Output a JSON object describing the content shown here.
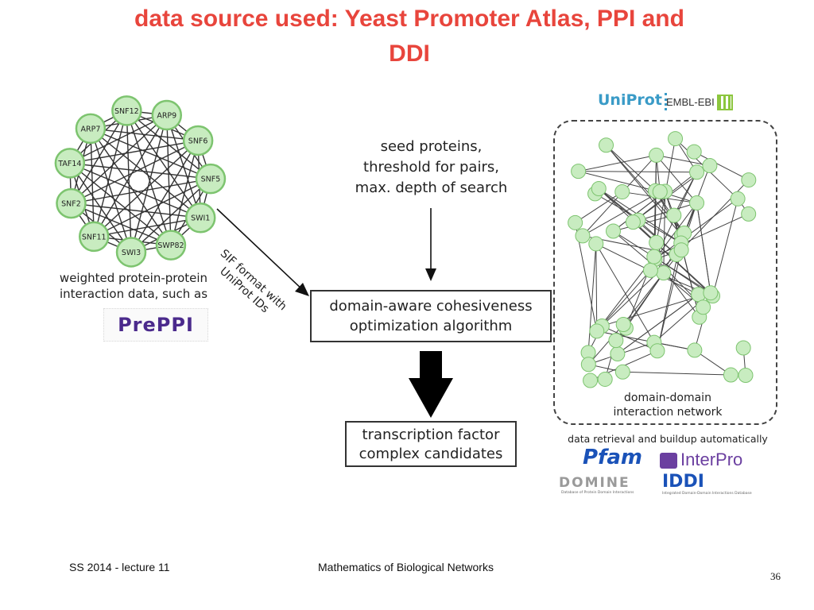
{
  "slide": {
    "title_line1": "data source used: Yeast Promoter Atlas, PPI and",
    "title_line2": "DDI"
  },
  "ppi_network": {
    "nodes": [
      "SNF12",
      "ARP9",
      "SNF6",
      "SNF5",
      "SWI1",
      "SWP82",
      "SWI3",
      "SNF11",
      "SNF2",
      "TAF14",
      "ARP7"
    ],
    "caption_line1": "weighted protein-protein",
    "caption_line2": "interaction data, such as",
    "source_logo": "PrePPI"
  },
  "arrow_label": {
    "line1": "SIF format with",
    "line2": "UniProt IDs"
  },
  "parameters": {
    "line1": "seed proteins,",
    "line2": "threshold for pairs,",
    "line3": "max. depth of search"
  },
  "algorithm_box": {
    "line1": "domain-aware cohesiveness",
    "line2": "optimization algorithm"
  },
  "result_box": {
    "line1": "transcription factor",
    "line2": "complex candidates"
  },
  "ddi_network": {
    "logo_uniprot": "UniProt",
    "logo_embl": "EMBL-EBI",
    "caption_line1": "domain-domain",
    "caption_line2": "interaction network",
    "retrieval_note": "data retrieval and buildup automatically",
    "logo_pfam": "Pfam",
    "logo_interpro": "InterPro",
    "logo_domine": "DOMINE",
    "logo_domine_sub": "Database of Protein Domain Interactions",
    "logo_iddi": "IDDI",
    "logo_iddi_sub": "Integrated Domain-Domain Interactions Database"
  },
  "footer": {
    "left": "SS 2014 - lecture 11",
    "center": "Mathematics of Biological Networks",
    "page": "36"
  },
  "colors": {
    "title": "#e8453c",
    "node_fill": "#c8ecc0",
    "node_stroke": "#7dc46f"
  }
}
